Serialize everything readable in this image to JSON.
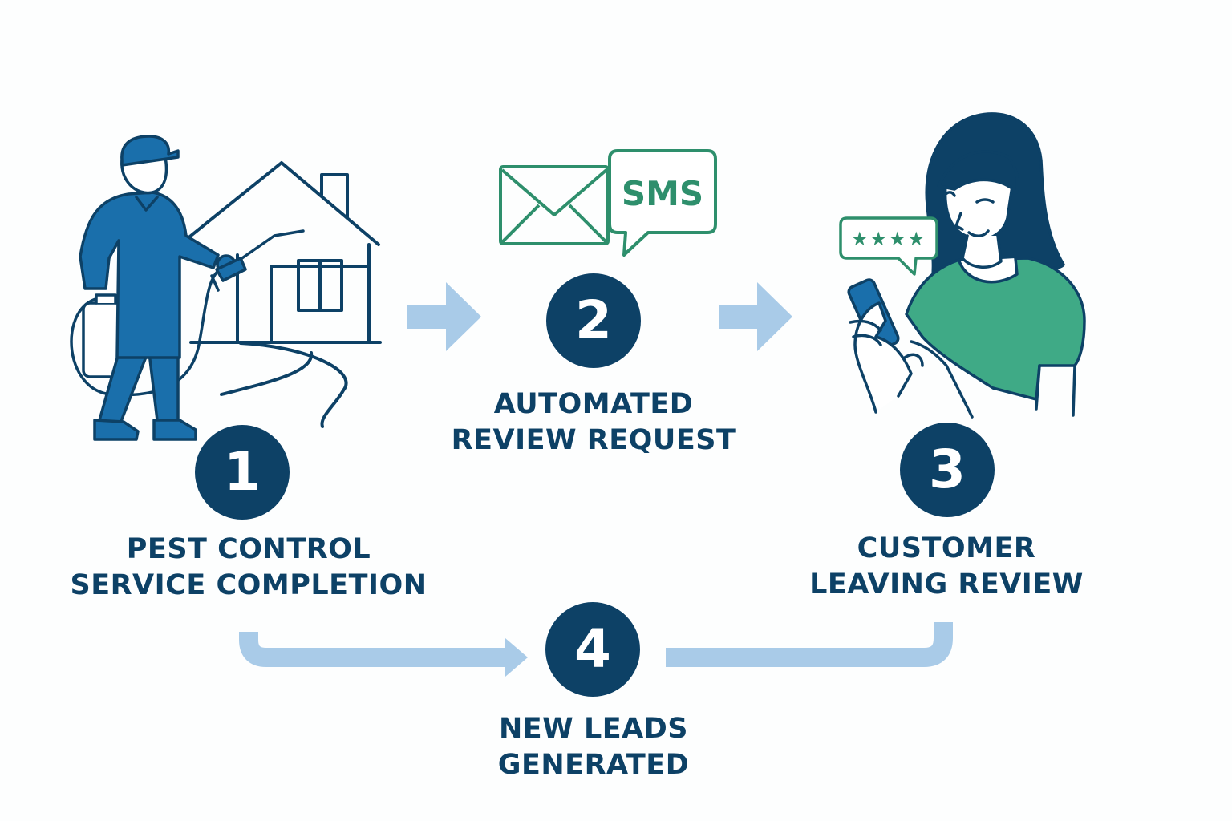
{
  "colors": {
    "navy": "#0d4166",
    "worker_blue": "#1a6fab",
    "light_arrow": "#a9cbe8",
    "envelope_green": "#2e8f6c",
    "shirt_green": "#3faa86",
    "star_green": "#2e8f6c"
  },
  "steps": [
    {
      "number": "1",
      "line1": "PEST CONTROL",
      "line2": "SERVICE COMPLETION"
    },
    {
      "number": "2",
      "line1": "AUTOMATED",
      "line2": "REVIEW REQUEST"
    },
    {
      "number": "3",
      "line1": "CUSTOMER",
      "line2": "LEAVING REVIEW"
    },
    {
      "number": "4",
      "line1": "NEW LEADS",
      "line2": "GENERATED"
    }
  ],
  "sms_bubble": {
    "text": "SMS"
  },
  "rating": {
    "stars": 4,
    "glyph": "★★★★"
  },
  "icons": {
    "technician": "pest-technician-icon",
    "house": "house-icon",
    "envelope": "envelope-icon",
    "sms": "sms-bubble-icon",
    "customer": "customer-with-phone-icon",
    "rating": "star-rating-bubble-icon"
  }
}
